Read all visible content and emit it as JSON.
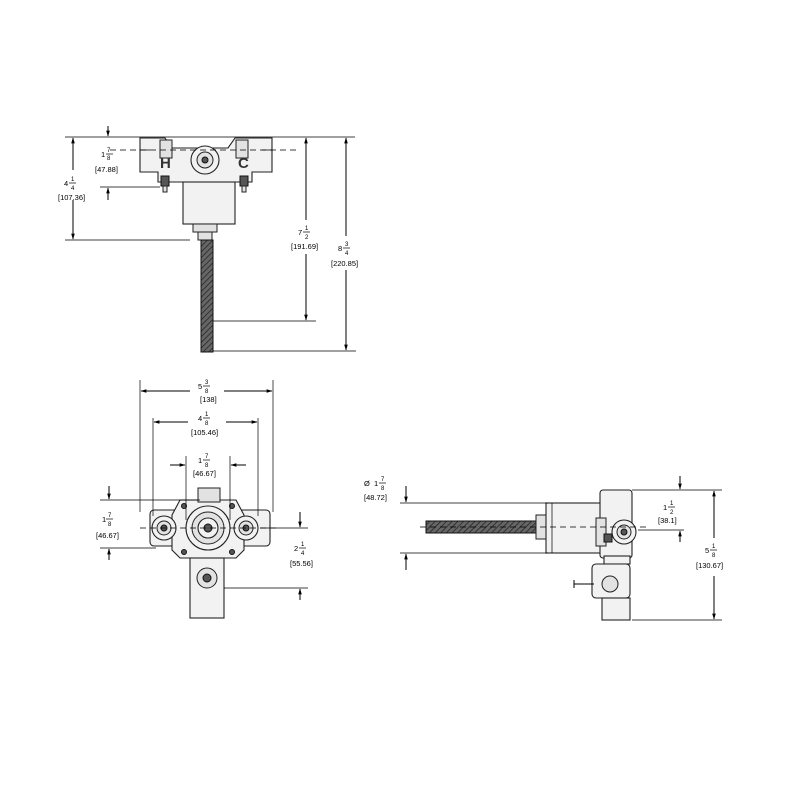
{
  "top_view": {
    "hot_label": "H",
    "cold_label": "C",
    "dim_depth": {
      "whole": "1",
      "num": "7",
      "den": "8",
      "mm": "[47.88]"
    },
    "dim_height": {
      "whole": "4",
      "num": "1",
      "den": "4",
      "mm": "[107.36]"
    },
    "dim_stem": {
      "whole": "7",
      "num": "1",
      "den": "2",
      "mm": "[191.69]"
    },
    "dim_total": {
      "whole": "8",
      "num": "3",
      "den": "4",
      "mm": "[220.85]"
    }
  },
  "front_view": {
    "dim_overall_width": {
      "whole": "5",
      "num": "3",
      "den": "8",
      "mm": "[138]"
    },
    "dim_port_spacing": {
      "whole": "4",
      "num": "1",
      "den": "8",
      "mm": "[105.46]"
    },
    "dim_center": {
      "whole": "1",
      "num": "7",
      "den": "8",
      "mm": "[46.67]"
    },
    "dim_left": {
      "whole": "1",
      "num": "7",
      "den": "8",
      "mm": "[46.67]"
    },
    "dim_right": {
      "whole": "2",
      "num": "1",
      "den": "4",
      "mm": "[55.56]"
    }
  },
  "side_view": {
    "dim_diameter": {
      "prefix": "Ø",
      "whole": "1",
      "num": "7",
      "den": "8",
      "mm": "[48.72]"
    },
    "dim_offset": {
      "whole": "1",
      "num": "1",
      "den": "2",
      "mm": "[38.1]"
    },
    "dim_height": {
      "whole": "5",
      "num": "1",
      "den": "8",
      "mm": "[130.67]"
    }
  }
}
